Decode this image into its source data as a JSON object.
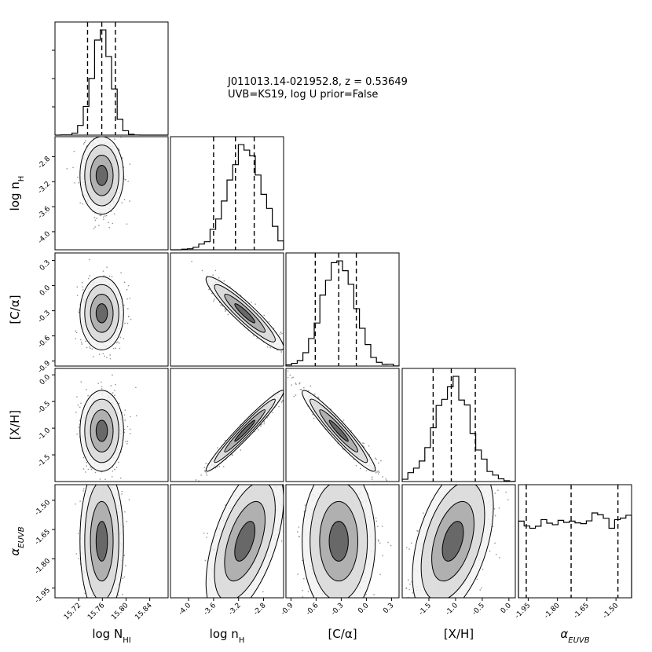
{
  "chart_data": {
    "type": "corner",
    "title_lines": [
      "J011013.14-021952.8, z = 0.53649",
      "UVB=KS19, log U prior=False"
    ],
    "parameters": [
      {
        "key": "NHI",
        "label": "log N_HI",
        "range": [
          15.68,
          15.871
        ],
        "ticks": [
          "15.72",
          "15.76",
          "15.80",
          "15.84"
        ],
        "tick_values": [
          15.72,
          15.76,
          15.8,
          15.84
        ],
        "quantiles": [
          15.735,
          15.759,
          15.782
        ],
        "center": 15.759,
        "sigma": 0.016
      },
      {
        "key": "nH",
        "label": "log n_H",
        "range": [
          -4.29,
          -2.48
        ],
        "ticks": [
          "-4.0",
          "-3.6",
          "-3.2",
          "-2.8"
        ],
        "tick_values": [
          -4.0,
          -3.6,
          -3.2,
          -2.8
        ],
        "quantiles": [
          -3.6,
          -3.25,
          -2.95
        ],
        "center": -3.1,
        "sigma": 0.27
      },
      {
        "key": "Calpha",
        "label": "[C/α]",
        "range": [
          -0.96,
          0.39
        ],
        "ticks": [
          "-0.9",
          "-0.6",
          "-0.3",
          "0.0",
          "0.3"
        ],
        "tick_values": [
          -0.9,
          -0.6,
          -0.3,
          0.0,
          0.3
        ],
        "quantiles": [
          -0.61,
          -0.33,
          -0.12
        ],
        "center": -0.33,
        "sigma": 0.19
      },
      {
        "key": "XH",
        "label": "[X/H]",
        "range": [
          -2.0,
          0.12
        ],
        "ticks": [
          "-1.5",
          "-1.0",
          "-0.5",
          "0.0"
        ],
        "tick_values": [
          -1.5,
          -1.0,
          -0.5,
          0.0
        ],
        "quantiles": [
          -1.42,
          -1.08,
          -0.63
        ],
        "center": -1.05,
        "sigma": 0.33
      },
      {
        "key": "alphaEUVB",
        "label": "α_EUVB",
        "range": [
          -2.0,
          -1.42
        ],
        "ticks": [
          "-1.95",
          "-1.80",
          "-1.65",
          "-1.50"
        ],
        "tick_values": [
          -1.95,
          -1.8,
          -1.65,
          -1.5
        ],
        "quantiles": [
          -1.96,
          -1.73,
          -1.49
        ],
        "center": -1.71,
        "sigma": 0.3
      }
    ],
    "correlations": [
      {
        "pair": [
          "nH",
          "NHI"
        ],
        "rho": 0.0
      },
      {
        "pair": [
          "Calpha",
          "NHI"
        ],
        "rho": 0.0
      },
      {
        "pair": [
          "Calpha",
          "nH"
        ],
        "rho": -0.93
      },
      {
        "pair": [
          "XH",
          "NHI"
        ],
        "rho": 0.0
      },
      {
        "pair": [
          "XH",
          "nH"
        ],
        "rho": 0.97
      },
      {
        "pair": [
          "XH",
          "Calpha"
        ],
        "rho": -0.95
      },
      {
        "pair": [
          "alphaEUVB",
          "NHI"
        ],
        "rho": 0.0
      },
      {
        "pair": [
          "alphaEUVB",
          "nH"
        ],
        "rho": 0.55
      },
      {
        "pair": [
          "alphaEUVB",
          "Calpha"
        ],
        "rho": 0.0
      },
      {
        "pair": [
          "alphaEUVB",
          "XH"
        ],
        "rho": 0.45
      }
    ]
  }
}
